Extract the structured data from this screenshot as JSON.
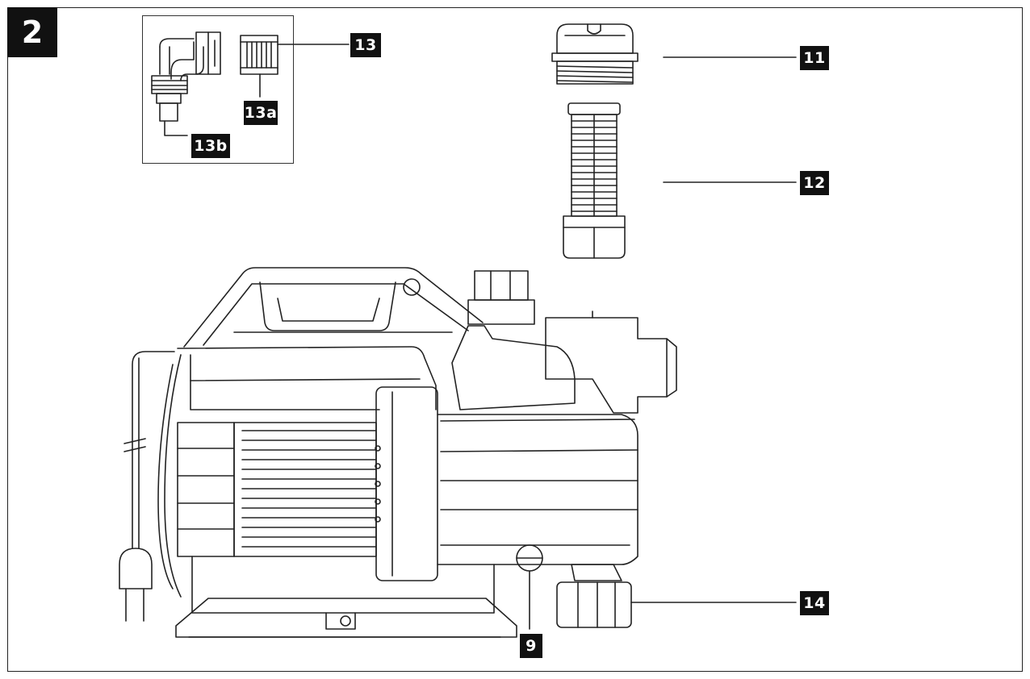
{
  "figure": {
    "number": "2"
  },
  "callouts": {
    "c11": "11",
    "c12": "12",
    "c13": "13",
    "c13a": "13a",
    "c13b": "13b",
    "c14": "14",
    "c9": "9"
  },
  "colors": {
    "ink": "#111111",
    "paper": "#ffffff",
    "line": "#222222"
  }
}
